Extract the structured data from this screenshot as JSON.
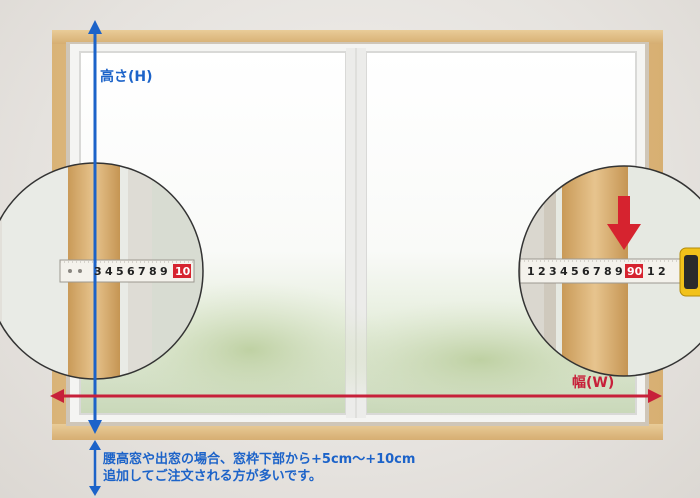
{
  "labels": {
    "height": "高さ(H)",
    "width": "幅(W)"
  },
  "note": {
    "line1": "腰高窓や出窓の場合、窓枠下部から+5cm〜+10cm",
    "line2": "追加してご注文される方が多いです。"
  },
  "left_tape": {
    "digits": [
      "3",
      "4",
      "5",
      "6",
      "7",
      "8",
      "9"
    ],
    "highlight": "10"
  },
  "right_tape": {
    "digits_before": [
      "1",
      "2",
      "3",
      "4",
      "5",
      "6",
      "7",
      "8",
      "9"
    ],
    "highlight": "90",
    "digits_after": [
      "1",
      "2"
    ]
  },
  "colors": {
    "height_arrow": "#1c63c9",
    "width_arrow": "#c7203a",
    "frame_wood": "#e3c38c",
    "tape": "#f4f2ec",
    "tape_case": "#f2c21a"
  },
  "icons": {
    "marker": "down-arrow-icon"
  }
}
